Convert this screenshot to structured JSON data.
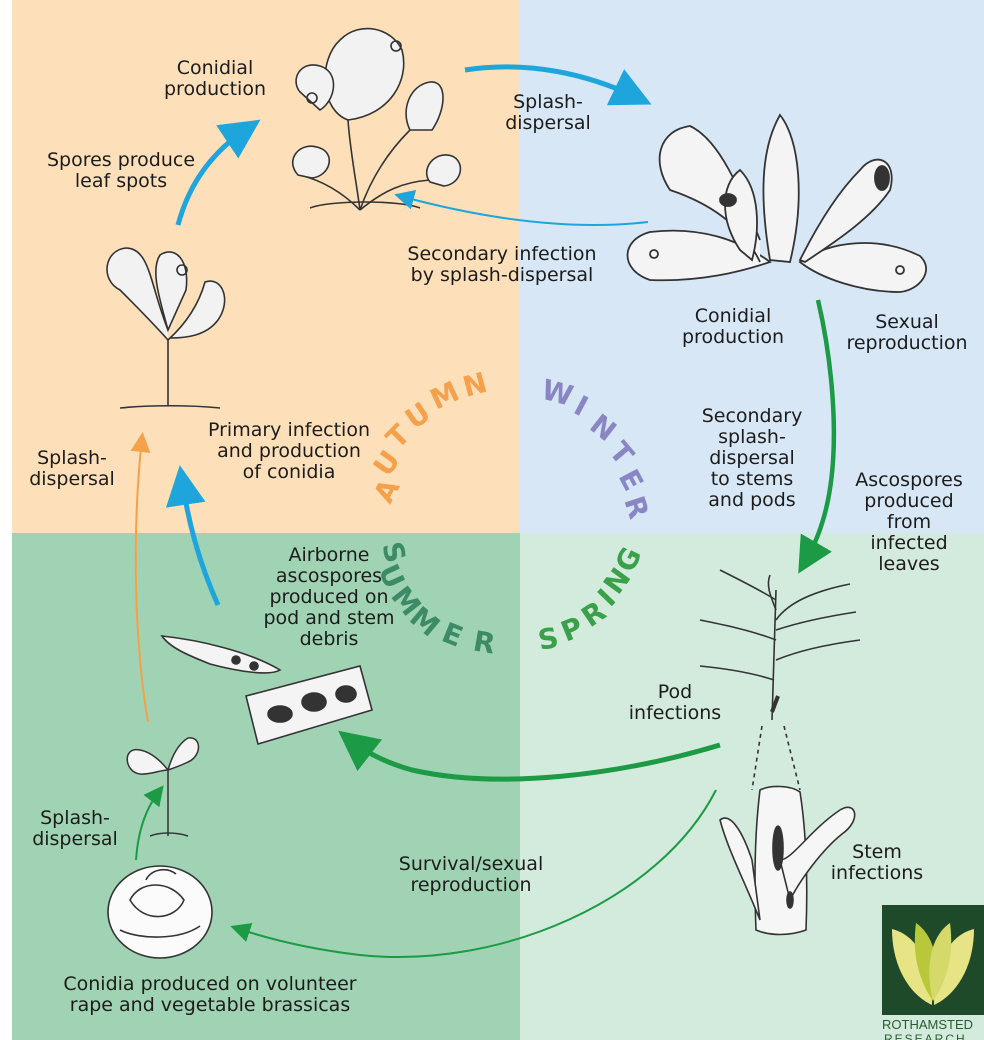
{
  "seasons": {
    "autumn": {
      "label": "AUTUMN",
      "color": "#f5a04a"
    },
    "winter": {
      "label": "WINTER",
      "color": "#8a86c4"
    },
    "summer": {
      "label": "SUMMER",
      "color": "#3c8a66"
    },
    "spring": {
      "label": "SPRING",
      "color": "#3aa04a"
    }
  },
  "labels": {
    "conidial_production_top": "Conidial\nproduction",
    "splash_dispersal_top": "Splash-\ndispersal",
    "spores_leaf_spots": "Spores produce\nleaf spots",
    "secondary_infection": "Secondary infection\nby splash-dispersal",
    "conidial_production_right": "Conidial\nproduction",
    "sexual_reproduction": "Sexual\nreproduction",
    "secondary_splash_stems": "Secondary\nsplash-\ndispersal\nto stems\nand pods",
    "ascospores_infected_leaves": "Ascospores\nproduced\nfrom\ninfected\nleaves",
    "splash_dispersal_left": "Splash-\ndispersal",
    "primary_infection": "Primary infection\nand production\nof conidia",
    "airborne_ascospores": "Airborne\nascospores\nproduced on\npod and stem\ndebris",
    "pod_infections": "Pod\ninfections",
    "stem_infections": "Stem\ninfections",
    "splash_dispersal_bottom": "Splash-\ndispersal",
    "survival_sexual": "Survival/sexual\nreproduction",
    "conidia_volunteer": "Conidia produced on volunteer\nrape and vegetable brassicas"
  },
  "logo": {
    "name": "ROTHAMSTED",
    "sub": "RESEARCH"
  },
  "colors": {
    "autumn_bg": "#fde0b9",
    "winter_bg": "#d7e7f6",
    "summer_bg": "#9fd3b3",
    "spring_bg": "#d3ebdc",
    "blue_arrow": "#1ea6dc",
    "green_arrow": "#1c9a45",
    "orange_arrow": "#f5a04a"
  }
}
